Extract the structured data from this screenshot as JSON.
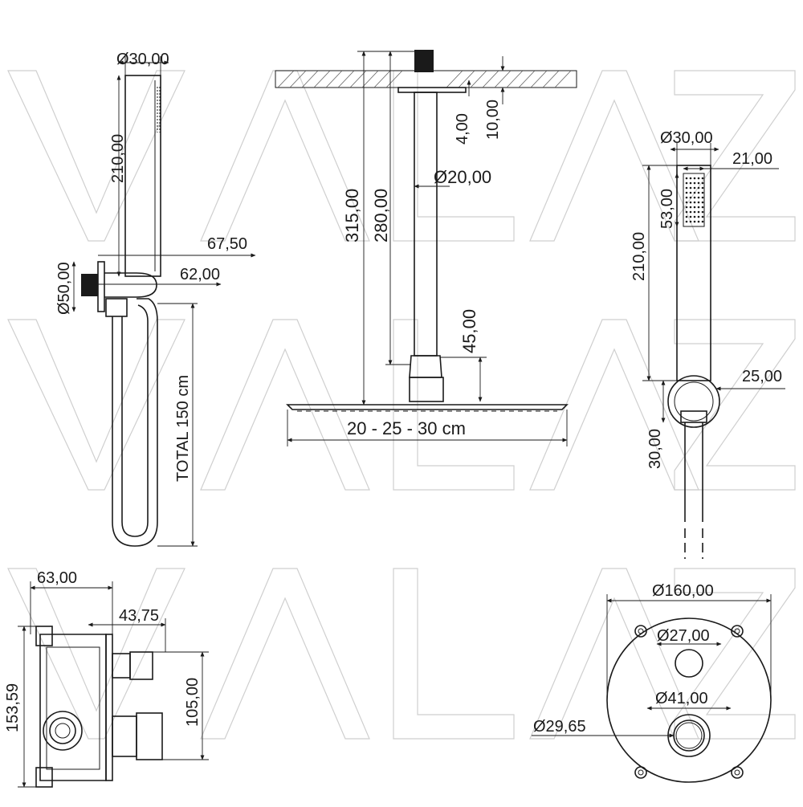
{
  "watermark": {
    "text": "VALAZ"
  },
  "hand_shower_view": {
    "dia_top": "Ø30,00",
    "height": "210,00",
    "width_67": "67,50",
    "width_62": "62,00",
    "dia_50": "Ø50,00",
    "hose_total": "TOTAL 150 cm"
  },
  "head_shower_view": {
    "dim_4": "4,00",
    "dim_10": "10,00",
    "dim_315": "315,00",
    "dim_280": "280,00",
    "dia_20": "Ø20,00",
    "dim_45": "45,00",
    "head_size": "20 - 25 - 30 cm"
  },
  "side_view": {
    "dia_30": "Ø30,00",
    "dim_21": "21,00",
    "dim_53": "53,00",
    "dim_210": "210,00",
    "dim_25": "25,00",
    "dim_30": "30,00"
  },
  "valve_box_view": {
    "dim_63": "63,00",
    "dim_43": "43,75",
    "dim_153": "153,59",
    "dim_105": "105,00"
  },
  "cover_plate_view": {
    "dia_160": "Ø160,00",
    "dia_27": "Ø27,00",
    "dia_41": "Ø41,00",
    "dia_29": "Ø29,65"
  }
}
